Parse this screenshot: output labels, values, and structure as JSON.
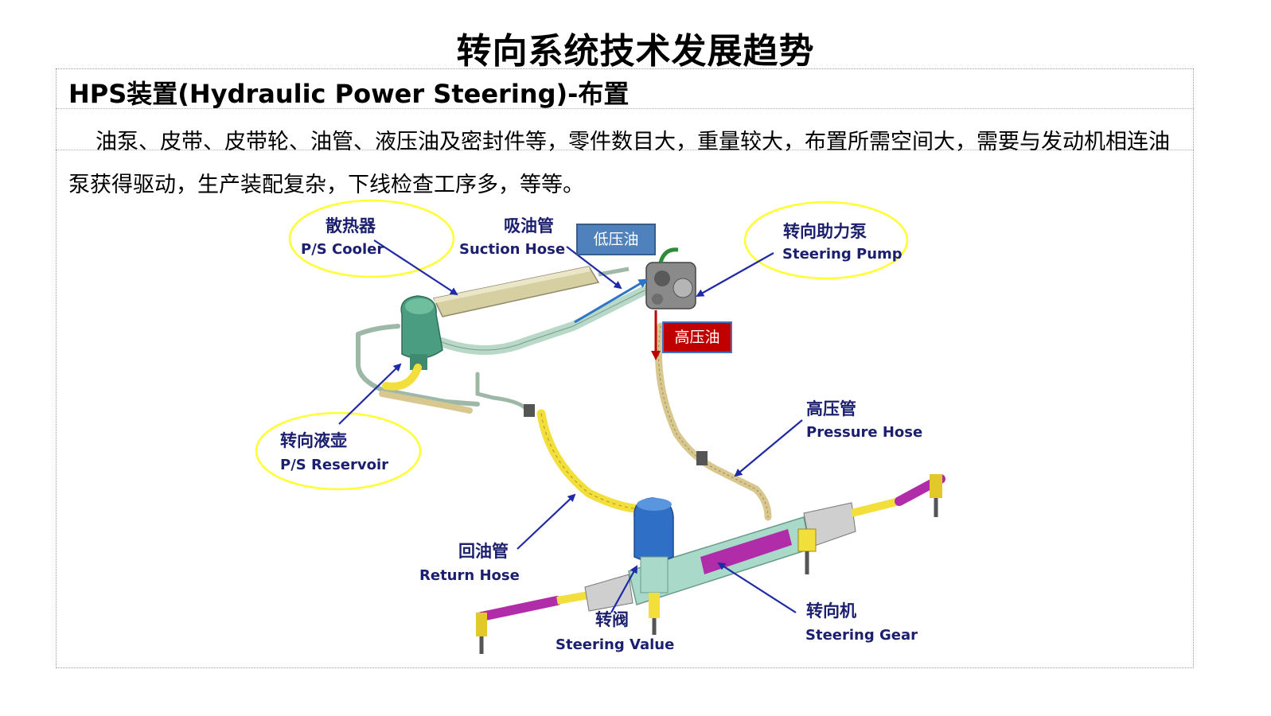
{
  "title": "转向系统技术发展趋势",
  "section_title": "HPS装置(Hydraulic Power Steering)-布置",
  "paragraph": "油泵、皮带、皮带轮、油管、液压油及密封件等，零件数目大，重量较大，布置所需空间大，需要与发动机相连油泵获得驱动，生产装配复杂，下线检查工序多，等等。",
  "tags": {
    "low_pressure": "低压油",
    "high_pressure": "高压油"
  },
  "labels": {
    "cooler": {
      "cn": "散热器",
      "en": "P/S Cooler"
    },
    "suction_hose": {
      "cn": "吸油管",
      "en": "Suction Hose"
    },
    "steering_pump": {
      "cn": "转向助力泵",
      "en": "Steering Pump"
    },
    "reservoir": {
      "cn": "转向液壶",
      "en": "P/S Reservoir"
    },
    "pressure_hose": {
      "cn": "高压管",
      "en": "Pressure Hose"
    },
    "return_hose": {
      "cn": "回油管",
      "en": "Return Hose"
    },
    "steering_valve": {
      "cn": "转阀",
      "en": "Steering  Value"
    },
    "steering_gear": {
      "cn": "转向机",
      "en": "Steering Gear"
    }
  },
  "colors": {
    "label_text": "#1b1f6e",
    "ellipse": "#ffff33",
    "arrow": "#1f2aa6",
    "low_pressure_tag": "#4f81bd",
    "high_pressure_tag": "#c00000",
    "hose_yellow": "#f2df3b",
    "hose_tan": "#d8c890",
    "pipe_green": "#b8d8c8",
    "tie_rod_magenta": "#b02ca8",
    "reservoir_green": "#4a9d80",
    "valve_blue": "#2f6fc6"
  }
}
